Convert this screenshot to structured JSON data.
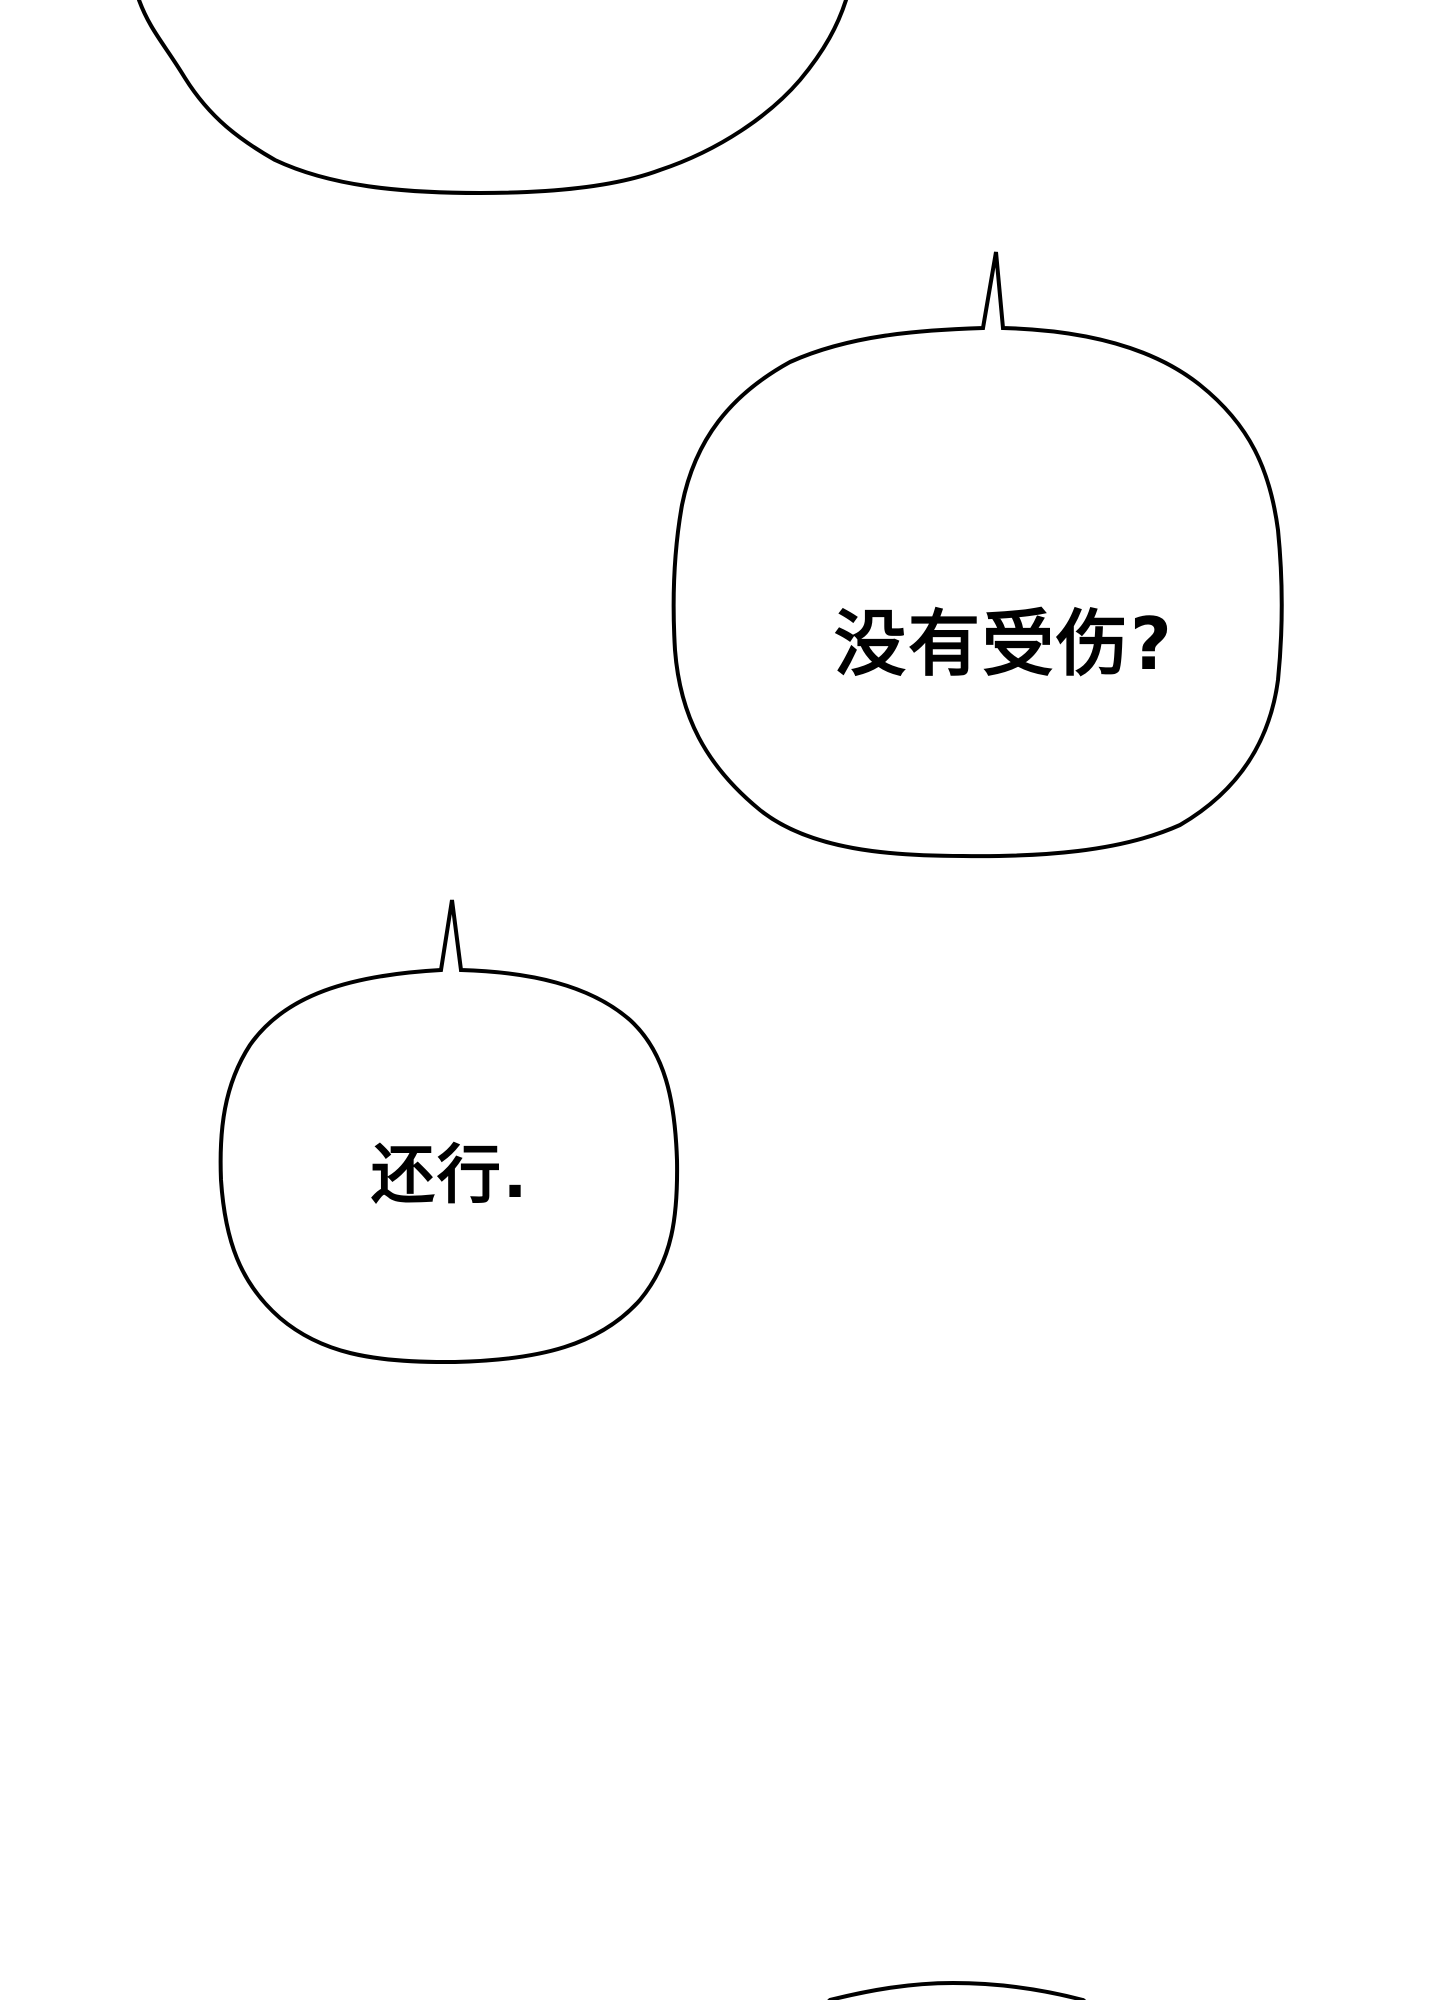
{
  "page": {
    "type": "comic-panel",
    "background": "#ffffff",
    "outline_color": "#000000"
  },
  "bubbles": [
    {
      "id": "bubble-1",
      "position": "top, partially cropped",
      "text": ""
    },
    {
      "id": "bubble-2",
      "position": "right",
      "tail": "up",
      "text": "没有受伤?"
    },
    {
      "id": "bubble-3",
      "position": "left",
      "tail": "up",
      "text": "还行."
    },
    {
      "id": "bubble-4",
      "position": "bottom, partially cropped",
      "text": ""
    }
  ]
}
